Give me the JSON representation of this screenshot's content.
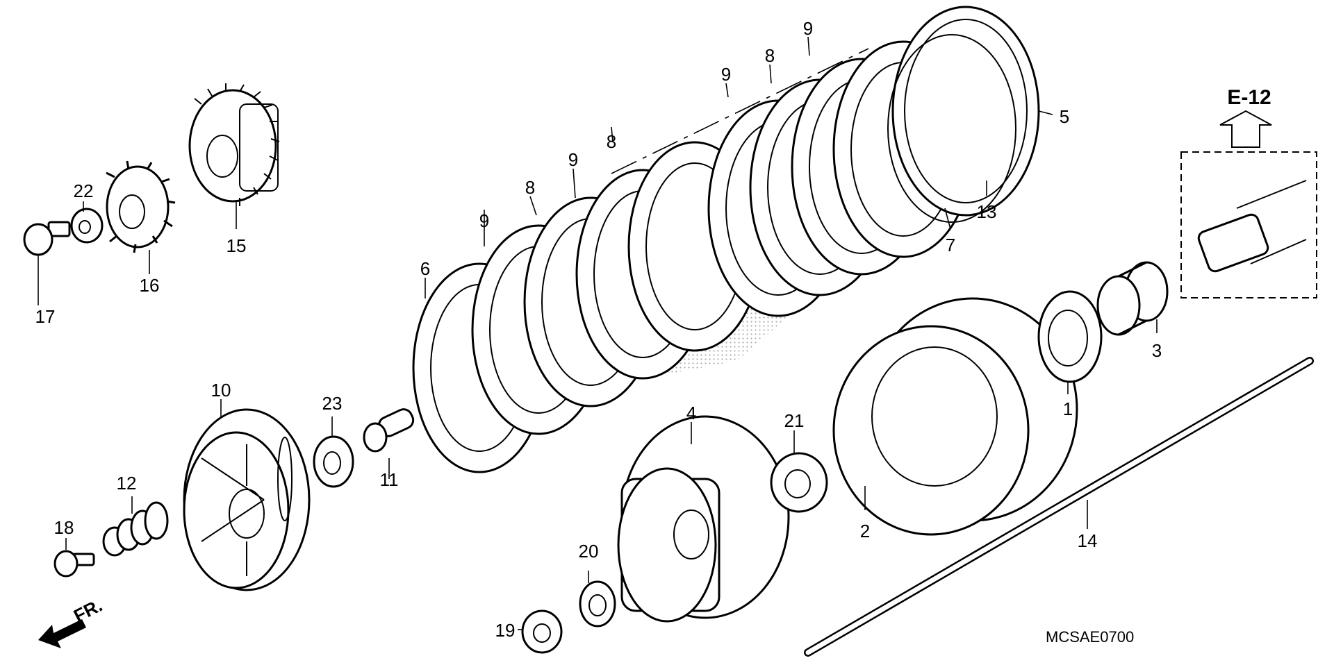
{
  "diagram": {
    "drawing_code": "MCSAE0700",
    "reference": "E-12",
    "direction_label": "FR.",
    "callouts": [
      "1",
      "2",
      "3",
      "4",
      "5",
      "6",
      "7",
      "8",
      "9",
      "10",
      "11",
      "12",
      "13",
      "14",
      "15",
      "16",
      "17",
      "18",
      "19",
      "20",
      "21",
      "22",
      "23"
    ]
  }
}
